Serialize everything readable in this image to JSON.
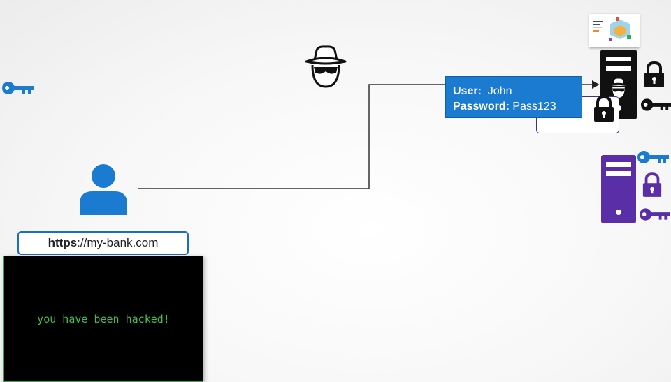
{
  "browser": {
    "url_scheme": "https",
    "url_rest": "://my-bank.com"
  },
  "terminal": {
    "message": "you have been hacked!"
  },
  "credentials": {
    "user_label": "User:",
    "user_value": "John",
    "password_label": "Password:",
    "password_value": "Pass123"
  },
  "colors": {
    "blue": "#1a7bd0",
    "purple": "#5a2ea6",
    "terminal_green": "#3fbf4a",
    "black": "#111111"
  },
  "icons": [
    "key-icon",
    "hacker-icon",
    "user-icon",
    "server-icon",
    "lock-icon",
    "website-thumbnail-icon"
  ]
}
